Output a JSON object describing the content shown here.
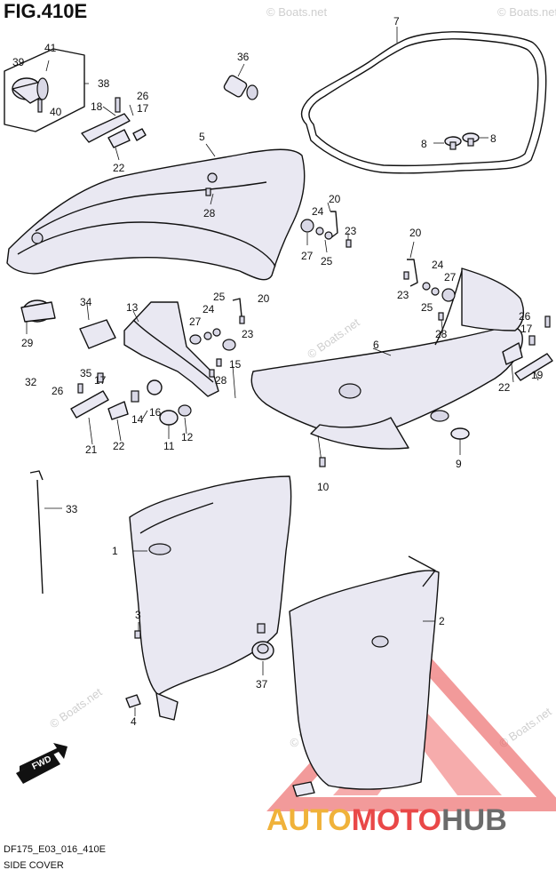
{
  "figure": {
    "title": "FIG.410E",
    "code": "DF175_E03_016_410E",
    "name": "SIDE COVER"
  },
  "brand": {
    "part1": "AUTO",
    "part2": "MOTO",
    "part3": "HUB",
    "colors": {
      "auto": "#f0b23a",
      "moto": "#e94848",
      "hub": "#6b6b6b"
    }
  },
  "watermark": {
    "text": "© Boats.net"
  },
  "fwd_label": "FWD",
  "callouts": {
    "c41": "41",
    "c39": "39",
    "c40": "40",
    "c38": "38",
    "c36": "36",
    "c7": "7",
    "c26a": "26",
    "c18": "18",
    "c17a": "17",
    "c22a": "22",
    "c5": "5",
    "c28a": "28",
    "c8a": "8",
    "c8b": "8",
    "c20a": "20",
    "c24a": "24",
    "c23a": "23",
    "c27a": "27",
    "c25a": "25",
    "c20b": "20",
    "c24b": "24",
    "c27b": "27",
    "c23b": "23",
    "c25b": "25",
    "c28b": "28",
    "c26b": "26",
    "c17b": "17",
    "c22b": "22",
    "c19": "19",
    "c6": "6",
    "c9": "9",
    "c10": "10",
    "c34": "34",
    "c13": "13",
    "c29": "29",
    "c32": "32",
    "c35": "35",
    "c26c": "26",
    "c17c": "17",
    "c25c": "25",
    "c24c": "24",
    "c27c": "27",
    "c20c": "20",
    "c23c": "23",
    "c15": "15",
    "c28c": "28",
    "c14": "14",
    "c16": "16",
    "c22c": "22",
    "c21": "21",
    "c11": "11",
    "c12": "12",
    "c33": "33",
    "c1": "1",
    "c3": "3",
    "c4": "4",
    "c2": "2",
    "c37": "37"
  }
}
